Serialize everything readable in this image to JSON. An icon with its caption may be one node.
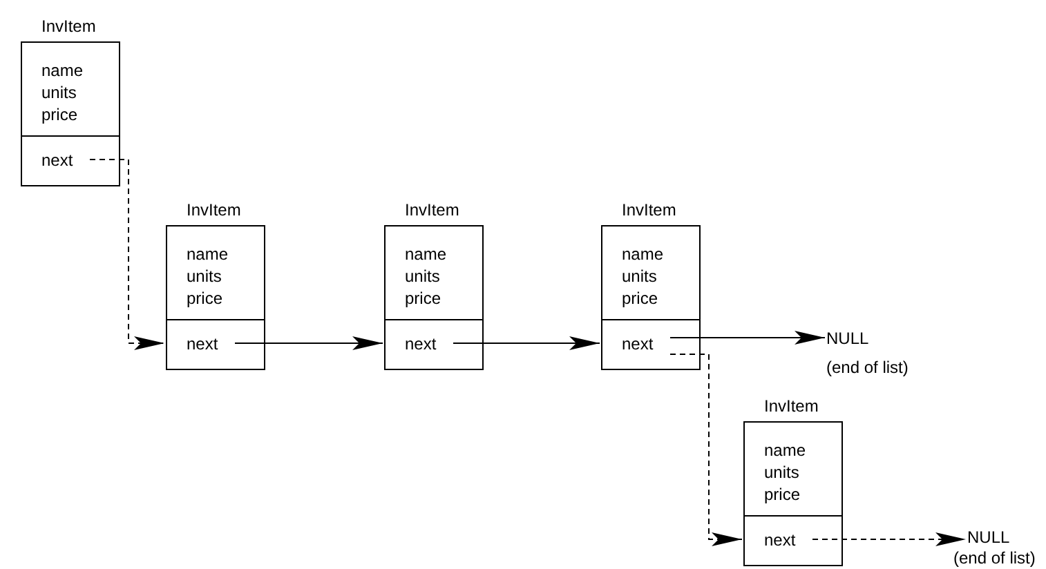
{
  "diagram": {
    "nodes": [
      {
        "text": [
          "InvItem",
          "name units price"
        ]
      },
      {
        "text": [
          "next"
        ],
        "in": 0
      },
      {
        "text": [
          "InvItem",
          "name units price"
        ]
      },
      {
        "text": [
          "next"
        ],
        "in": 2
      },
      {
        "text": [
          "InvItem",
          "name units price"
        ]
      },
      {
        "text": [
          "next"
        ],
        "in": 4
      },
      {
        "text": [
          "InvItem",
          "name units price"
        ]
      },
      {
        "text": [
          "next"
        ],
        "in": 6
      },
      {
        "text": [
          "NULL"
        ],
        "beside": [
          "(end of list)"
        ]
      },
      {
        "text": [
          "InvItem",
          "name units price"
        ]
      },
      {
        "text": [
          "next"
        ],
        "in": 9
      },
      {
        "text": [
          "NULL"
        ],
        "beside": [
          "(end of list)"
        ]
      }
    ],
    "edges": [
      {
        "from": 1,
        "to": 3,
        "arrow": "to",
        "style": "dashed"
      },
      {
        "from": 3,
        "to": 5,
        "arrow": "to"
      },
      {
        "from": 5,
        "to": 7,
        "arrow": "to"
      },
      {
        "from": 7,
        "to": 8,
        "arrow": "to"
      },
      {
        "from": 7,
        "to": 10,
        "arrow": "to",
        "style": "dashed"
      },
      {
        "from": 10,
        "to": 11,
        "arrow": "to",
        "style": "dashed"
      }
    ]
  }
}
